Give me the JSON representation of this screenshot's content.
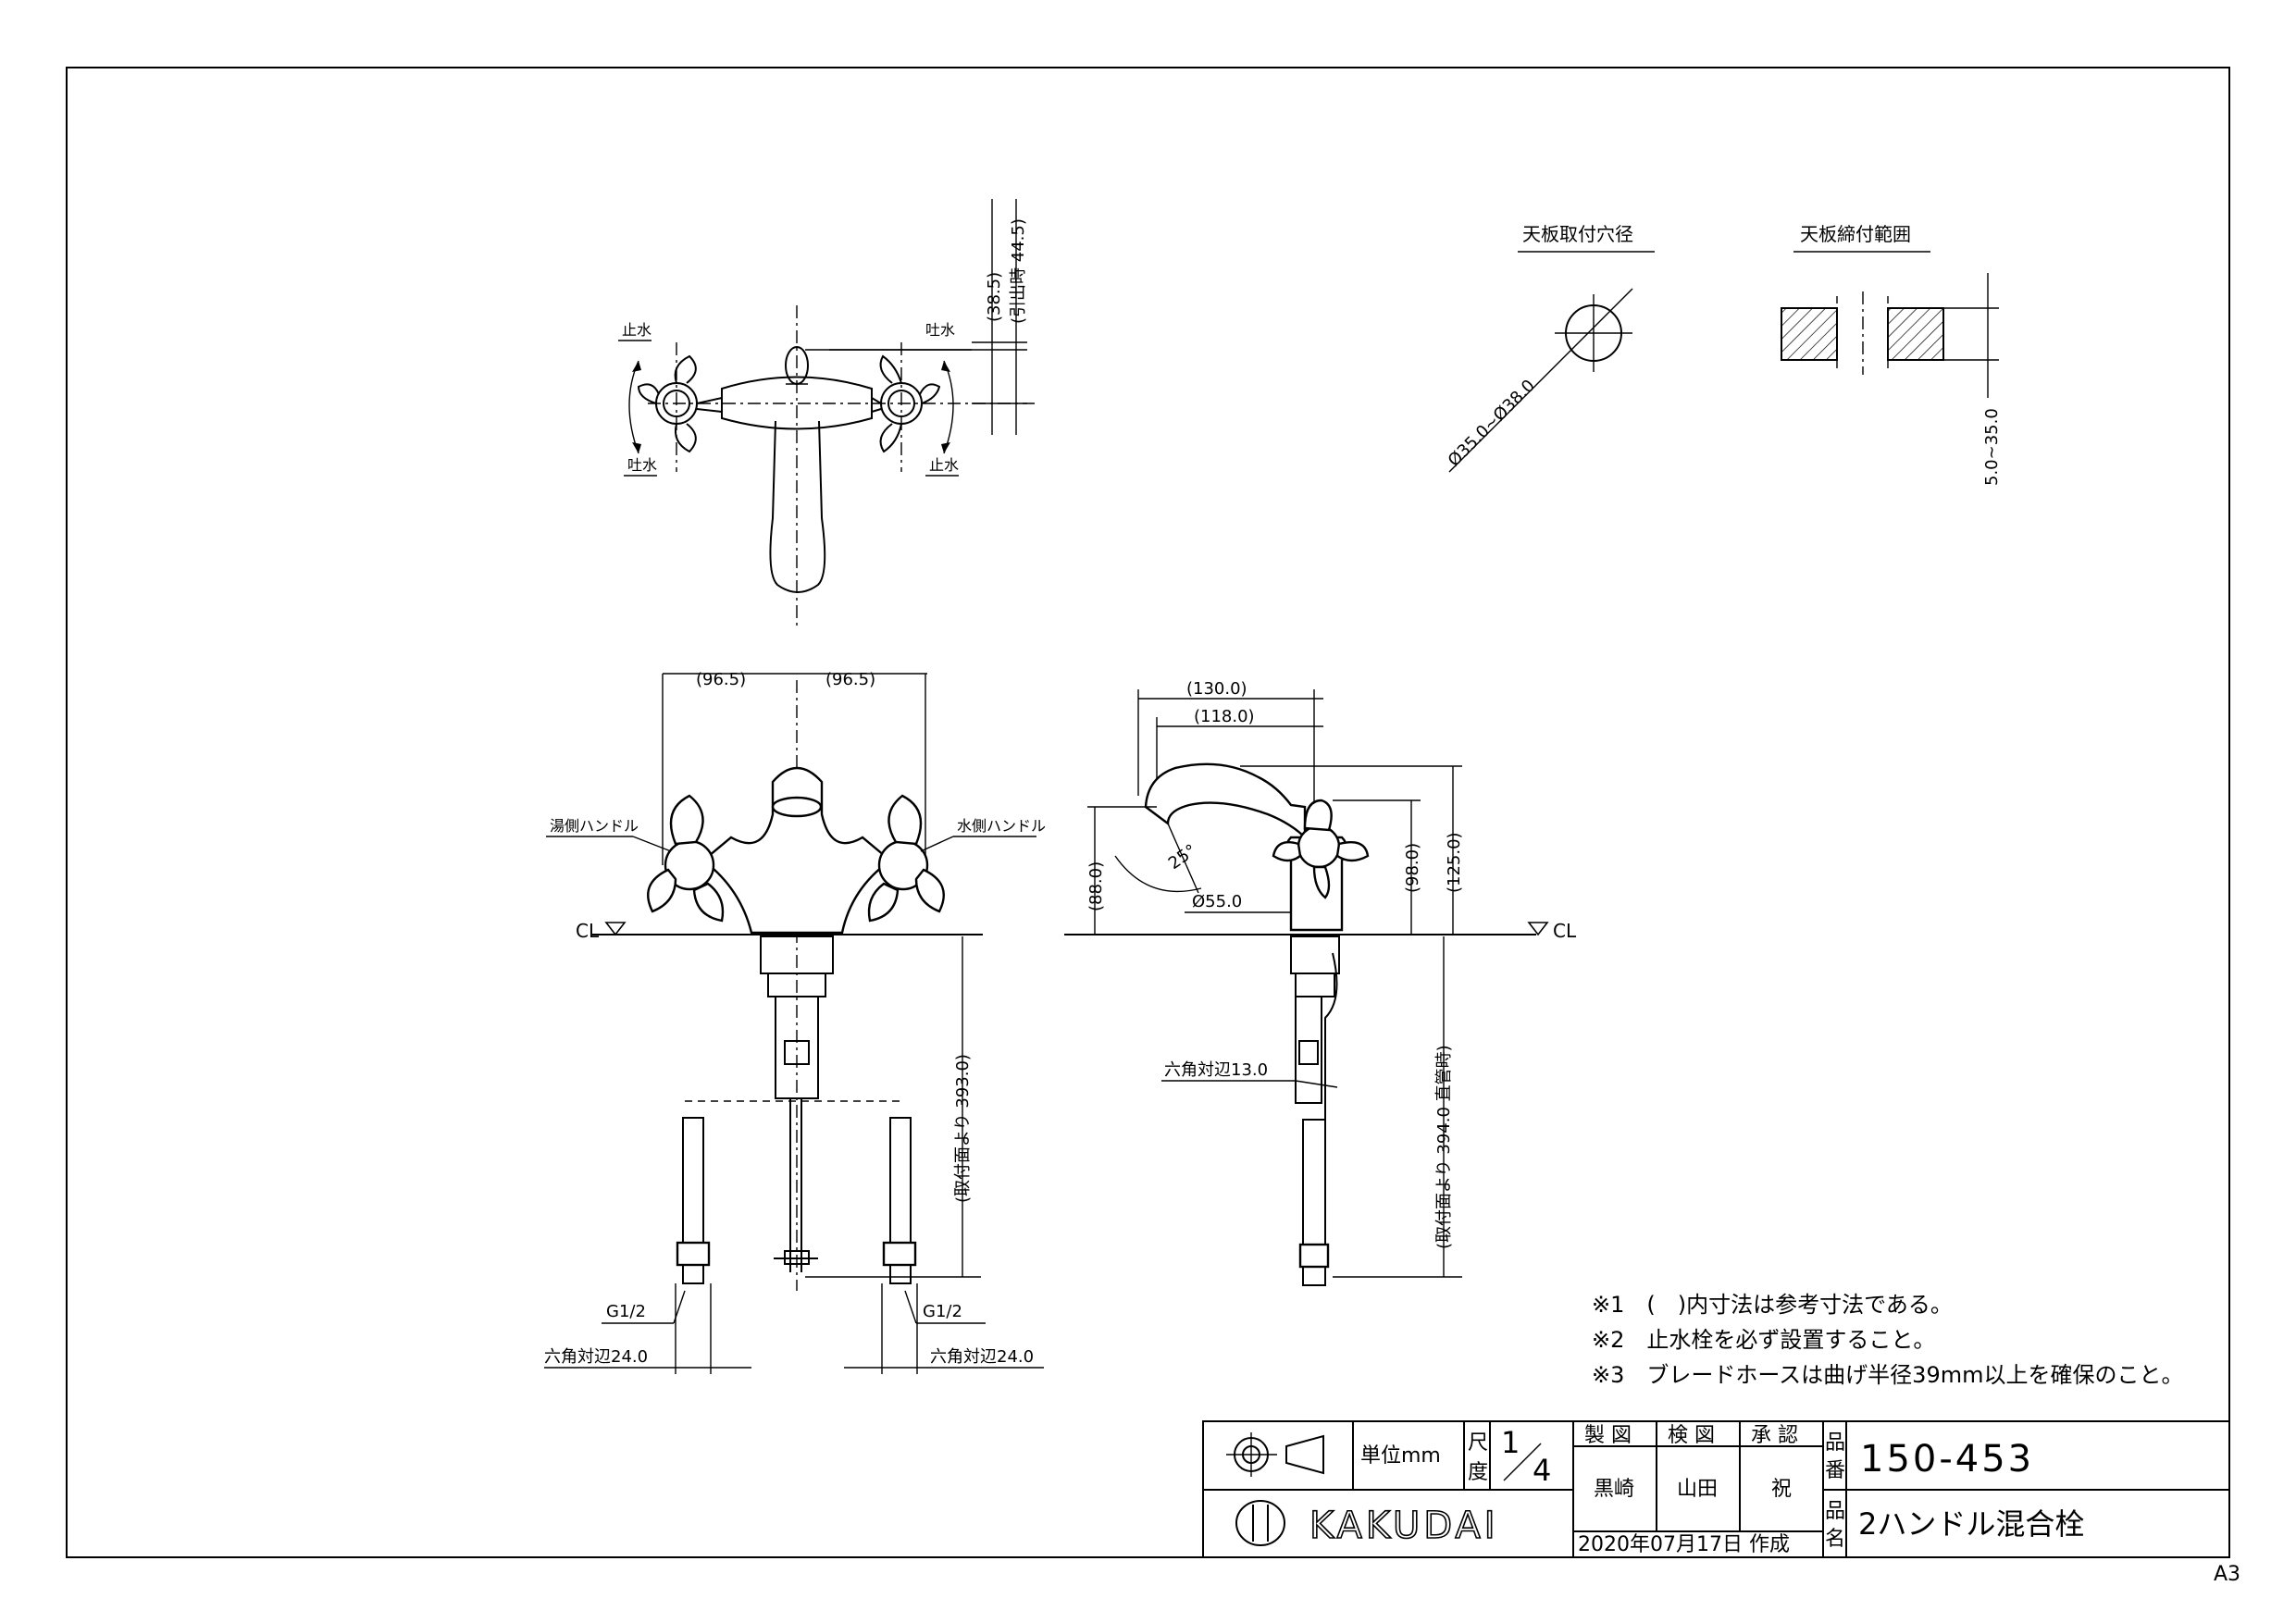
{
  "top_view": {
    "label_stop_left": "止水",
    "label_spout_left": "吐水",
    "label_spout_right": "吐水",
    "label_stop_right": "止水",
    "dim_38_5": "(38.5)",
    "dim_44_5": "(引出時 44.5)"
  },
  "hole": {
    "title": "天板取付穴径",
    "dim": "Ø35.0~Ø38.0"
  },
  "counter": {
    "title": "天板締付範囲",
    "dim": "5.0~35.0"
  },
  "front_view": {
    "dim_left": "(96.5)",
    "dim_right": "(96.5)",
    "hot_handle": "湯側ハンドル",
    "cold_handle": "水側ハンドル",
    "cl": "CL",
    "dim_393": "(取付面より 393.0)",
    "g_left": "G1/2",
    "g_right": "G1/2",
    "hex_left": "六角対辺24.0",
    "hex_right": "六角対辺24.0"
  },
  "side_view": {
    "dim_130": "(130.0)",
    "dim_118": "(118.0)",
    "dim_125": "(125.0)",
    "dim_98": "(98.0)",
    "dim_88": "(88.0)",
    "angle": "25°",
    "dia_55": "Ø55.0",
    "cl": "CL",
    "hex_13": "六角対辺13.0",
    "dim_394": "(取付面より 394.0 直管時)"
  },
  "notes": [
    "※1　(　)内寸法は参考寸法である。",
    "※2　止水栓を必ず設置すること。",
    "※3　ブレードホースは曲げ半径39mm以上を確保のこと。"
  ],
  "title_block": {
    "unit": "単位mm",
    "scale_label_1": "尺",
    "scale_label_2": "度",
    "scale_num": "1",
    "scale_den": "4",
    "col_drawn": "製 図",
    "col_checked": "検 図",
    "col_approved": "承 認",
    "drawn": "黒崎",
    "checked": "山田",
    "approved": "祝",
    "part_no_label_1": "品",
    "part_no_label_2": "番",
    "part_no": "150-453",
    "part_name_label_1": "品",
    "part_name_label_2": "名",
    "part_name": "2ハンドル混合栓",
    "date": "2020年07月17日 作成",
    "brand": "KAKUDAI",
    "sheet_size": "A3"
  }
}
